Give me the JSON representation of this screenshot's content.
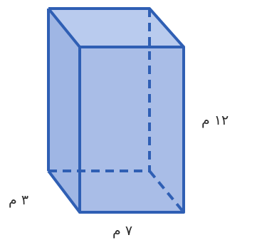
{
  "figure": {
    "shape": "rectangular-prism",
    "colors": {
      "face_fill": "#a9bde7",
      "face_fill_light": "#c4d2f0",
      "edge": "#2f5fb4",
      "hidden_edge": "#2f5fb4",
      "label_text": "#2a2a2a"
    },
    "labels": {
      "height": "١٢ م",
      "depth": "٣ م",
      "width": "٧ م"
    }
  }
}
